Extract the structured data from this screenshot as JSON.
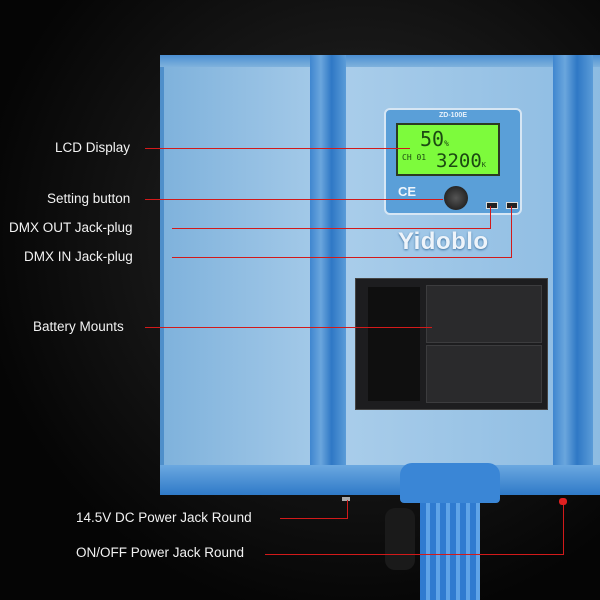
{
  "device": {
    "model": "ZD-100E",
    "brand": "Yidoblo",
    "lcd": {
      "brightness": "50",
      "brightness_unit": "%",
      "color_temp": "3200",
      "color_temp_unit": "K",
      "channel": "CH 01"
    },
    "ce_mark": "CE"
  },
  "callouts": [
    {
      "label": "LCD Display"
    },
    {
      "label": "Setting button"
    },
    {
      "label": "DMX OUT Jack-plug"
    },
    {
      "label": "DMX IN Jack-plug"
    },
    {
      "label": "Battery Mounts"
    },
    {
      "label": "14.5V DC Power Jack Round"
    },
    {
      "label": "ON/OFF Power Jack Round"
    }
  ],
  "colors": {
    "callout_line": "#d21a1a",
    "body": "#8cbbe2",
    "lcd": "#7dfb3c"
  }
}
